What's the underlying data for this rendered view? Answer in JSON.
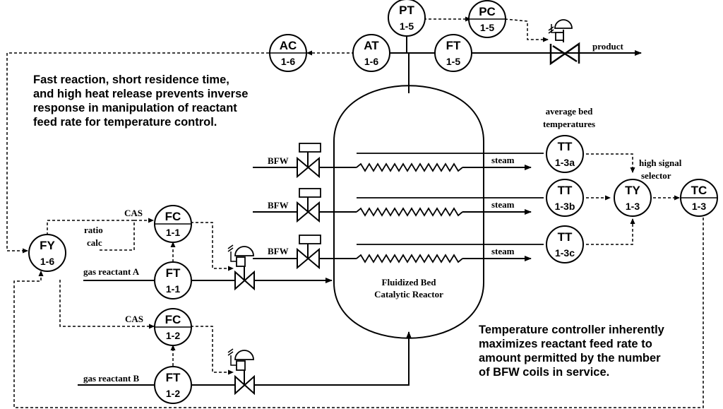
{
  "notes": {
    "left": [
      "Fast reaction, short residence time,",
      "and high heat release prevents inverse",
      "response in manipulation of reactant",
      "feed rate for temperature control."
    ],
    "right": [
      "Temperature controller inherently",
      "maximizes reactant feed rate to",
      "amount permitted by the number",
      "of BFW coils in service."
    ]
  },
  "labels": {
    "product": "product",
    "average_bed": "average bed",
    "temperatures": "temperatures",
    "high_signal": "high signal",
    "selector": "selector",
    "bfw": "BFW",
    "steam": "steam",
    "reactor_line1": "Fluidized Bed",
    "reactor_line2": "Catalytic Reactor",
    "cas": "CAS",
    "ratio": "ratio",
    "calc": "calc",
    "gas_reactant_a": "gas reactant A",
    "gas_reactant_b": "gas reactant B"
  },
  "instruments": [
    {
      "id": "PT15",
      "tag": "PT",
      "num": "1-5",
      "shared": false
    },
    {
      "id": "PC15",
      "tag": "PC",
      "num": "1-5",
      "shared": true
    },
    {
      "id": "AC16",
      "tag": "AC",
      "num": "1-6",
      "shared": true
    },
    {
      "id": "AT16",
      "tag": "AT",
      "num": "1-6",
      "shared": false
    },
    {
      "id": "FT15",
      "tag": "FT",
      "num": "1-5",
      "shared": false
    },
    {
      "id": "TT13a",
      "tag": "TT",
      "num": "1-3a",
      "shared": false
    },
    {
      "id": "TT13b",
      "tag": "TT",
      "num": "1-3b",
      "shared": false
    },
    {
      "id": "TT13c",
      "tag": "TT",
      "num": "1-3c",
      "shared": false
    },
    {
      "id": "TY13",
      "tag": "TY",
      "num": "1-3",
      "shared": false
    },
    {
      "id": "TC13",
      "tag": "TC",
      "num": "1-3",
      "shared": true
    },
    {
      "id": "FC11",
      "tag": "FC",
      "num": "1-1",
      "shared": true
    },
    {
      "id": "FY16",
      "tag": "FY",
      "num": "1-6",
      "shared": false
    },
    {
      "id": "FT11",
      "tag": "FT",
      "num": "1-1",
      "shared": false
    },
    {
      "id": "FC12",
      "tag": "FC",
      "num": "1-2",
      "shared": true
    },
    {
      "id": "FT12",
      "tag": "FT",
      "num": "1-2",
      "shared": false
    }
  ]
}
